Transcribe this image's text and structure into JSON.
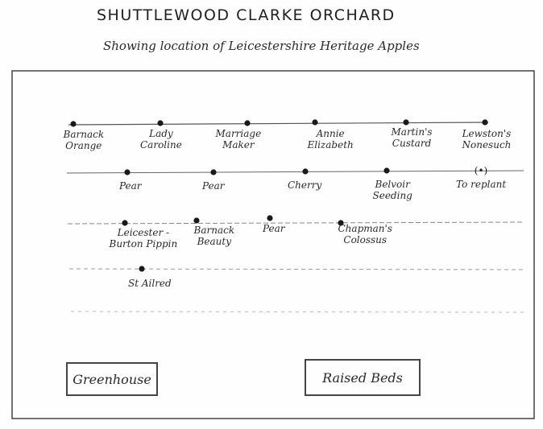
{
  "title": "SHUTTLEWOOD CLARKE ORCHARD",
  "subtitle": "Showing location of Leicestershire Heritage Apples",
  "rows": [
    {
      "trees": [
        {
          "lines": [
            "Barnack",
            "Orange"
          ]
        },
        {
          "lines": [
            "Lady",
            "Caroline"
          ]
        },
        {
          "lines": [
            "Marriage",
            "Maker"
          ]
        },
        {
          "lines": [
            "Annie",
            "Elizabeth"
          ]
        },
        {
          "lines": [
            "Martin's",
            "Custard"
          ]
        },
        {
          "lines": [
            "Lewston's",
            "Nonesuch"
          ]
        }
      ]
    },
    {
      "trees": [
        {
          "lines": [
            "Pear"
          ]
        },
        {
          "lines": [
            "Pear"
          ]
        },
        {
          "lines": [
            "Cherry"
          ]
        },
        {
          "lines": [
            "Belvoir",
            "Seeding"
          ]
        },
        {
          "lines": [
            "To replant"
          ],
          "marker": "(•)"
        }
      ]
    },
    {
      "trees": [
        {
          "lines": [
            "Leicester -",
            "Burton Pippin"
          ]
        },
        {
          "lines": [
            "Barnack",
            "Beauty"
          ]
        },
        {
          "lines": [
            "Pear"
          ]
        },
        {
          "lines": [
            "Chapman's",
            "Colossus"
          ]
        }
      ]
    },
    {
      "trees": [
        {
          "lines": [
            "St Ailred"
          ]
        }
      ]
    }
  ],
  "buildings": {
    "greenhouse": "Greenhouse",
    "raised_beds": "Raised Beds"
  }
}
